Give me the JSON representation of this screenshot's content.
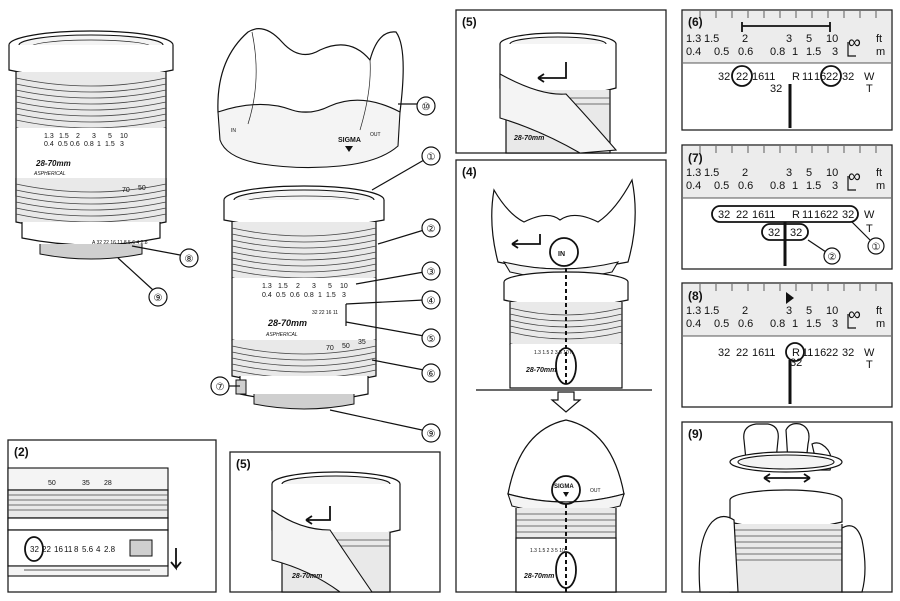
{
  "callouts": {
    "c1": "①",
    "c2": "②",
    "c3": "③",
    "c4": "④",
    "c5": "⑤",
    "c6": "⑥",
    "c7": "⑦",
    "c8": "⑧",
    "c9": "⑨",
    "c10": "⑩"
  },
  "panels": {
    "p2": "(2)",
    "p4": "(4)",
    "p5a": "(5)",
    "p5b": "(5)",
    "p6": "(6)",
    "p7": "(7)",
    "p8": "(8)",
    "p9": "(9)"
  },
  "lens_marks": {
    "focal": "28-70mm",
    "brand_script": "ASPHERICAL",
    "zoom_70": "70",
    "zoom_50": "50",
    "zoom_35": "35",
    "zoom_28": "28",
    "hood_brand": "SIGMA",
    "hood_out": "OUT",
    "hood_in": "IN"
  },
  "distance_scale": {
    "feet": [
      "1.3",
      "1.5",
      "2",
      "3",
      "5",
      "10"
    ],
    "meters": [
      "0.4",
      "0.5",
      "0.6",
      "0.8",
      "1",
      "1.5",
      "3"
    ],
    "ft_unit": "ft",
    "m_unit": "m",
    "inf": "∞"
  },
  "dof_scale": {
    "left": [
      "32",
      "22",
      "16",
      "11"
    ],
    "right": [
      "11",
      "16",
      "22",
      "32"
    ],
    "r_mark": "R",
    "w": "W",
    "t": "T",
    "sub32": "32"
  },
  "aperture_ring": {
    "values": [
      "32",
      "22",
      "16",
      "11",
      "8",
      "5.6",
      "4",
      "2.8"
    ],
    "lock": "A"
  }
}
